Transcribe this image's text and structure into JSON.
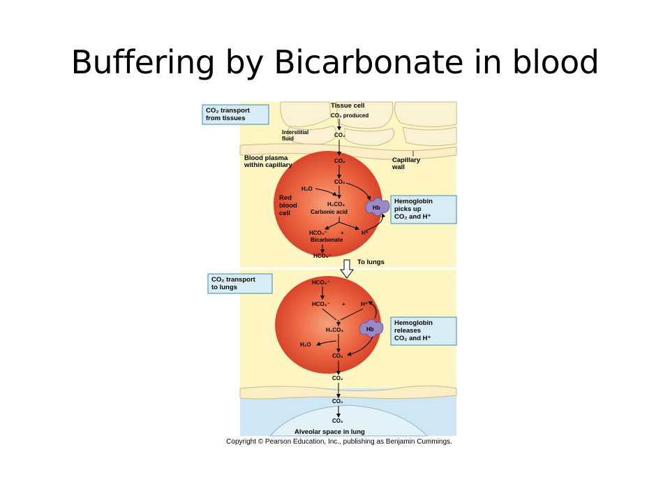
{
  "slide": {
    "title": "Buffering by Bicarbonate in blood"
  },
  "figure": {
    "boxes": {
      "transport_tissues": [
        "CO₂ transport",
        "from tissues"
      ],
      "transport_lungs": [
        "CO₂ transport",
        "to lungs"
      ],
      "hb_picks_up": [
        "Hemoglobin",
        "picks up",
        "CO₂ and H⁺"
      ],
      "hb_releases": [
        "Hemoglobin",
        "releases",
        "CO₂ and H⁺"
      ]
    },
    "labels": {
      "tissue_cell": "Tissue cell",
      "co2_produced": "CO₂ produced",
      "interstitial_fluid": [
        "Interstitial",
        "fluid"
      ],
      "blood_plasma": [
        "Blood plasma",
        "within capillary"
      ],
      "capillary_wall": [
        "Capillary",
        "wall"
      ],
      "red_blood_cell": [
        "Red",
        "blood",
        "cell"
      ],
      "co2": "CO₂",
      "h2o": "H₂O",
      "h2co3": "H₂CO₃",
      "carbonic_acid": "Carbonic acid",
      "hco3": "HCO₃⁻",
      "plus": "+",
      "h_plus": "H⁺",
      "bicarbonate": "Bicarbonate",
      "hb": "Hb",
      "to_lungs": "To lungs",
      "alveolar_space": "Alveolar space in lung"
    },
    "copyright": "Copyright © Pearson Education, Inc., publishing as Benjamin Cummings."
  },
  "colors": {
    "cell_fill": "#e8593a",
    "cell_center": "#f08a60",
    "plasma": "#fdf5c2",
    "tissue": "#fbf2d4",
    "alveolar": "#cfe7f4",
    "box_fill": "#d8ecf6",
    "box_stroke": "#3a8ab8",
    "hb_fill": "#9b88c8"
  }
}
